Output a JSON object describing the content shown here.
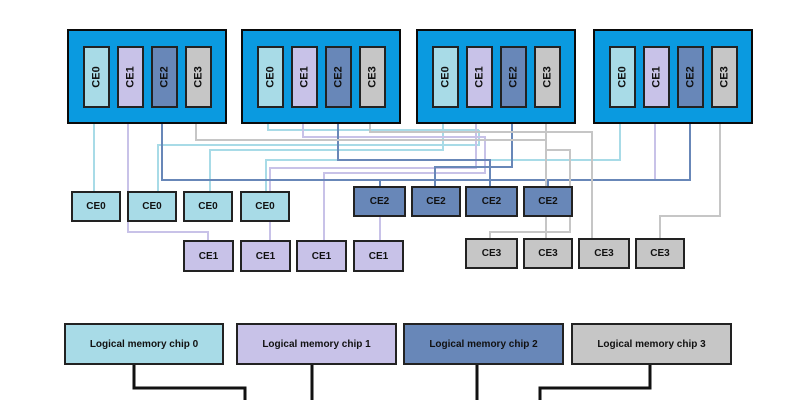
{
  "chips": [
    {
      "ces": [
        "CE0",
        "CE1",
        "CE2",
        "CE3"
      ]
    },
    {
      "ces": [
        "CE0",
        "CE1",
        "CE2",
        "CE3"
      ]
    },
    {
      "ces": [
        "CE0",
        "CE1",
        "CE2",
        "CE3"
      ]
    },
    {
      "ces": [
        "CE0",
        "CE1",
        "CE2",
        "CE3"
      ]
    }
  ],
  "groups": {
    "ce0": {
      "label": "CE0"
    },
    "ce1": {
      "label": "CE1"
    },
    "ce2": {
      "label": "CE2"
    },
    "ce3": {
      "label": "CE3"
    }
  },
  "memory_chips": [
    {
      "label": "Logical memory chip 0"
    },
    {
      "label": "Logical memory chip 1"
    },
    {
      "label": "Logical memory chip 2"
    },
    {
      "label": "Logical memory chip 3"
    }
  ],
  "colors": {
    "chip_fill": "#0a9ae0",
    "ce0": "#a8dbe7",
    "ce1": "#c8c2e8",
    "ce2": "#6887b8",
    "ce3": "#c6c6c6"
  }
}
